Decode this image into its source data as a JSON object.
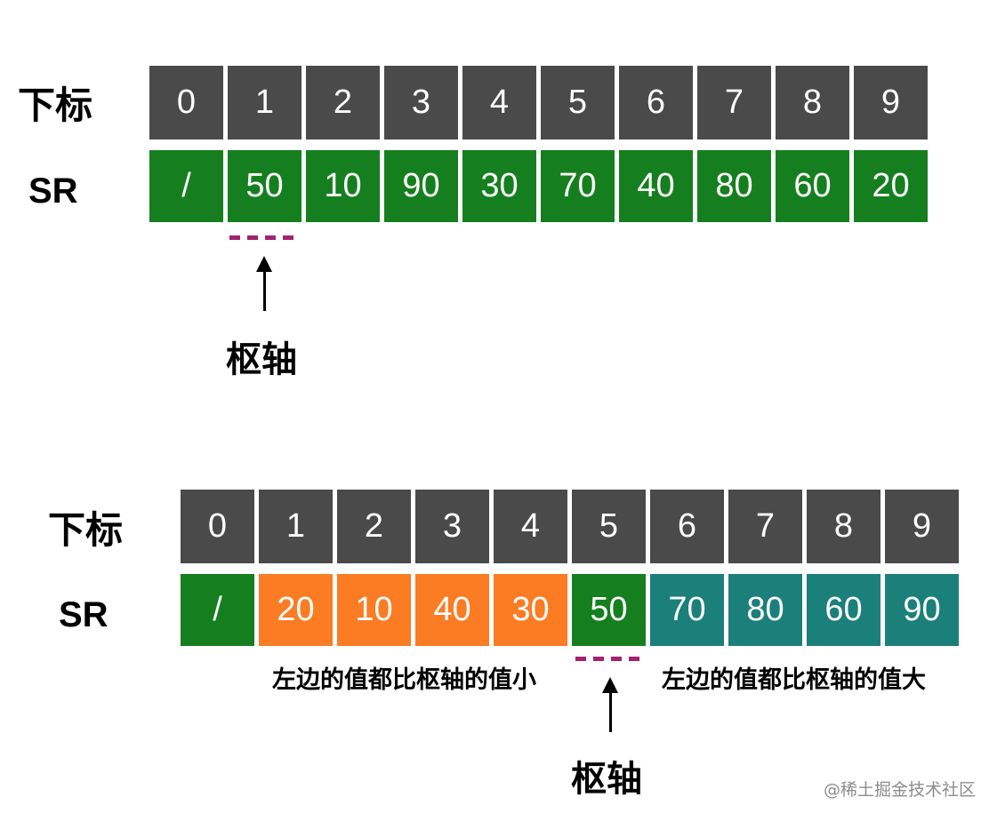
{
  "labels": {
    "index_row": "下标",
    "value_row": "SR",
    "pivot": "枢轴"
  },
  "top": {
    "indices": [
      "0",
      "1",
      "2",
      "3",
      "4",
      "5",
      "6",
      "7",
      "8",
      "9"
    ],
    "values": [
      {
        "text": "/",
        "color": "green"
      },
      {
        "text": "50",
        "color": "green"
      },
      {
        "text": "10",
        "color": "green"
      },
      {
        "text": "90",
        "color": "green"
      },
      {
        "text": "30",
        "color": "green"
      },
      {
        "text": "70",
        "color": "green"
      },
      {
        "text": "40",
        "color": "green"
      },
      {
        "text": "80",
        "color": "green"
      },
      {
        "text": "60",
        "color": "green"
      },
      {
        "text": "20",
        "color": "green"
      }
    ]
  },
  "bottom": {
    "indices": [
      "0",
      "1",
      "2",
      "3",
      "4",
      "5",
      "6",
      "7",
      "8",
      "9"
    ],
    "values": [
      {
        "text": "/",
        "color": "green"
      },
      {
        "text": "20",
        "color": "orange"
      },
      {
        "text": "10",
        "color": "orange"
      },
      {
        "text": "40",
        "color": "orange"
      },
      {
        "text": "30",
        "color": "orange"
      },
      {
        "text": "50",
        "color": "green"
      },
      {
        "text": "70",
        "color": "teal"
      },
      {
        "text": "80",
        "color": "teal"
      },
      {
        "text": "60",
        "color": "teal"
      },
      {
        "text": "90",
        "color": "teal"
      }
    ],
    "left_note": "左边的值都比枢轴的值小",
    "right_note": "左边的值都比枢轴的值大"
  },
  "colors": {
    "index_cell": "#4a4a4a",
    "green": "#157f1f",
    "orange": "#fb7c23",
    "teal": "#1b7f7a",
    "pivot_marker": "#a3236f"
  },
  "watermark": "@稀土掘金技术社区"
}
